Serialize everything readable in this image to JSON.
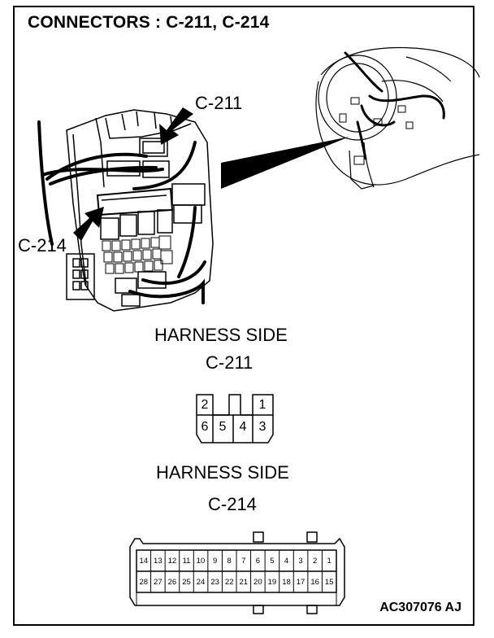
{
  "title": "CONNECTORS : C-211, C-214",
  "callouts": {
    "c211": "C-211",
    "c214": "C-214"
  },
  "section_c211": {
    "heading": "HARNESS SIDE",
    "name": "C-211",
    "pins": [
      {
        "id": "2",
        "col": 0,
        "row": 0
      },
      {
        "id": "1",
        "col": 3,
        "row": 0
      },
      {
        "id": "6",
        "col": 0,
        "row": 1
      },
      {
        "id": "5",
        "col": 1,
        "row": 1
      },
      {
        "id": "4",
        "col": 2,
        "row": 1
      },
      {
        "id": "3",
        "col": 3,
        "row": 1
      }
    ]
  },
  "section_c214": {
    "heading": "HARNESS SIDE",
    "name": "C-214",
    "top_row": [
      "14",
      "13",
      "12",
      "11",
      "10",
      "9",
      "8",
      "7",
      "6",
      "5",
      "4",
      "3",
      "2",
      "1"
    ],
    "bottom_row": [
      "28",
      "27",
      "26",
      "25",
      "24",
      "23",
      "22",
      "21",
      "20",
      "19",
      "18",
      "17",
      "16",
      "15"
    ]
  },
  "figure_id": "AC307076 AJ"
}
